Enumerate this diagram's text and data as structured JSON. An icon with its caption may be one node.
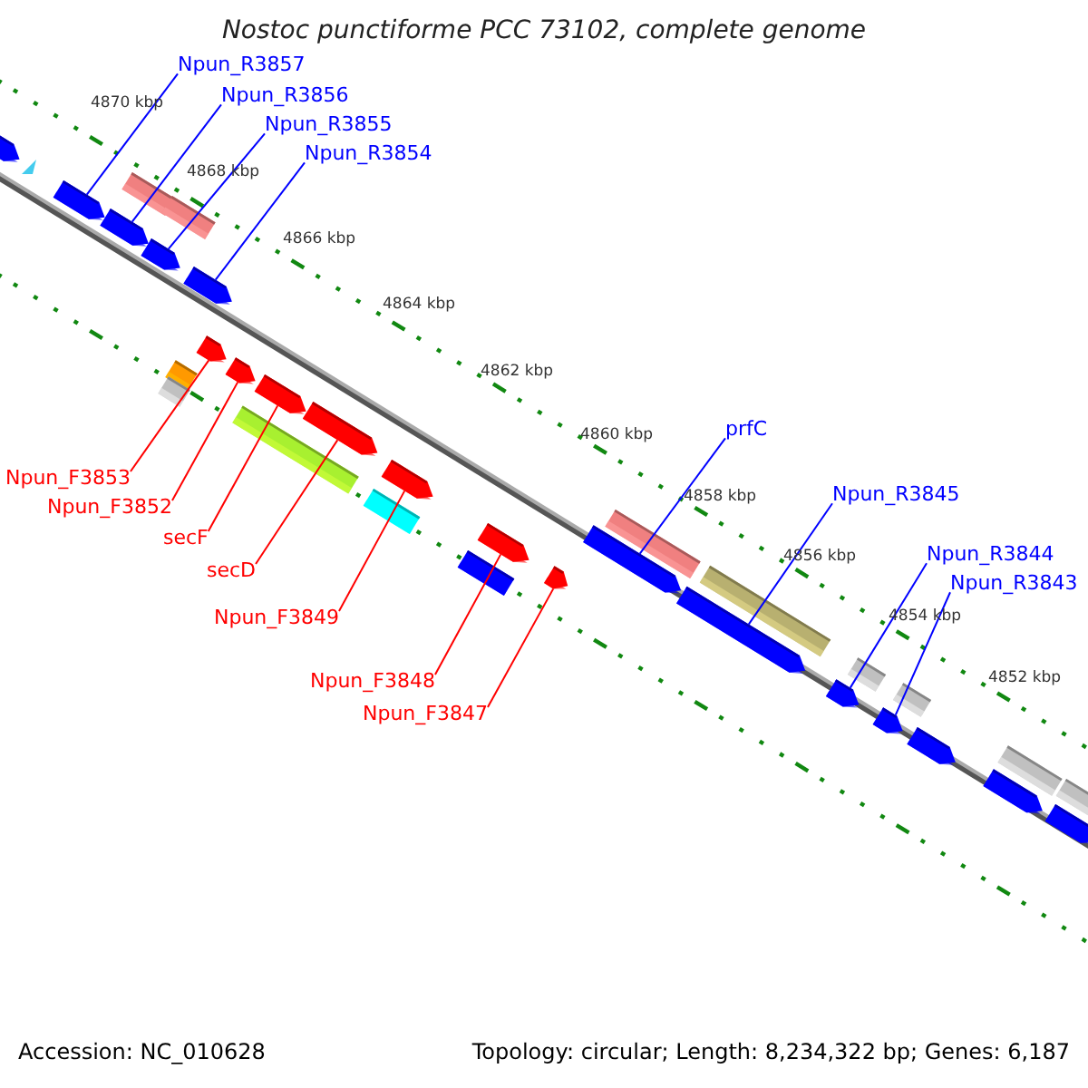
{
  "diagram": {
    "title": "Nostoc punctiforme PCC 73102, complete genome",
    "nodes": [
      {
        "text": [
          "Npun_R3857"
        ]
      },
      {
        "text": [
          "Npun_R3856"
        ]
      },
      {
        "text": [
          "Npun_R3855"
        ]
      },
      {
        "text": [
          "Npun_R3854"
        ]
      },
      {
        "text": [
          "prfC"
        ]
      },
      {
        "text": [
          "Npun_R3845"
        ]
      },
      {
        "text": [
          "Npun_R3844"
        ]
      },
      {
        "text": [
          "Npun_R3843"
        ]
      },
      {
        "text": [
          "Npun_F3853"
        ]
      },
      {
        "text": [
          "Npun_F3852"
        ]
      },
      {
        "text": [
          "secF"
        ]
      },
      {
        "text": [
          "secD"
        ]
      },
      {
        "text": [
          "Npun_F3849"
        ]
      },
      {
        "text": [
          "Npun_F3848"
        ]
      },
      {
        "text": [
          "Npun_F3847"
        ]
      },
      {
        "text": [],
        "shape": "box"
      },
      {
        "text": [],
        "shape": "box"
      },
      {
        "text": [],
        "shape": "box"
      },
      {
        "text": [],
        "shape": "box"
      },
      {
        "text": [],
        "shape": "box"
      },
      {
        "text": [],
        "shape": "box"
      },
      {
        "text": [],
        "shape": "box"
      },
      {
        "text": [],
        "shape": "box"
      },
      {
        "text": [],
        "shape": "box"
      },
      {
        "text": [],
        "shape": "box"
      },
      {
        "text": [],
        "shape": "box"
      },
      {
        "text": [],
        "shape": "box"
      },
      {
        "text": [],
        "shape": "box"
      },
      {
        "text": [],
        "shape": "box"
      },
      {
        "text": [],
        "shape": "box"
      },
      {
        "text": [],
        "shape": "box"
      },
      {
        "text": [],
        "shape": "box"
      },
      {
        "text": [],
        "shape": "box"
      },
      {
        "text": [],
        "shape": "box"
      },
      {
        "text": [],
        "shape": "box"
      },
      {
        "text": [],
        "shape": "box"
      },
      {
        "text": [],
        "shape": "box"
      }
    ],
    "edges": [
      {
        "from": 0,
        "to": 16,
        "arrow": "none"
      },
      {
        "from": 1,
        "to": 17,
        "arrow": "none"
      },
      {
        "from": 2,
        "to": 18,
        "arrow": "none"
      },
      {
        "from": 3,
        "to": 19,
        "arrow": "none"
      },
      {
        "from": 4,
        "to": 28,
        "arrow": "none"
      },
      {
        "from": 5,
        "to": 29,
        "arrow": "none"
      },
      {
        "from": 6,
        "to": 30,
        "arrow": "none"
      },
      {
        "from": 7,
        "to": 32,
        "arrow": "none"
      },
      {
        "from": 8,
        "to": 20,
        "arrow": "none",
        "color": "#ff0000"
      },
      {
        "from": 9,
        "to": 21,
        "arrow": "none",
        "color": "#ff0000"
      },
      {
        "from": 10,
        "to": 22,
        "arrow": "none",
        "color": "#ff0000"
      },
      {
        "from": 11,
        "to": 23,
        "arrow": "none",
        "color": "#ff0000"
      },
      {
        "from": 12,
        "to": 24,
        "arrow": "none",
        "color": "#ff0000"
      },
      {
        "from": 13,
        "to": 26,
        "arrow": "none",
        "color": "#ff0000"
      },
      {
        "from": 14,
        "to": 27,
        "arrow": "none",
        "color": "#ff0000"
      }
    ],
    "labels": [
      "4870 kbp",
      "4868 kbp",
      "4866 kbp",
      "4864 kbp",
      "4862 kbp",
      "4860 kbp",
      "4858 kbp",
      "4856 kbp",
      "4854 kbp",
      "4852 kbp",
      "Accession: NC_010628",
      "Topology: circular; Length: 8,234,322 bp; Genes: 6,187"
    ]
  }
}
